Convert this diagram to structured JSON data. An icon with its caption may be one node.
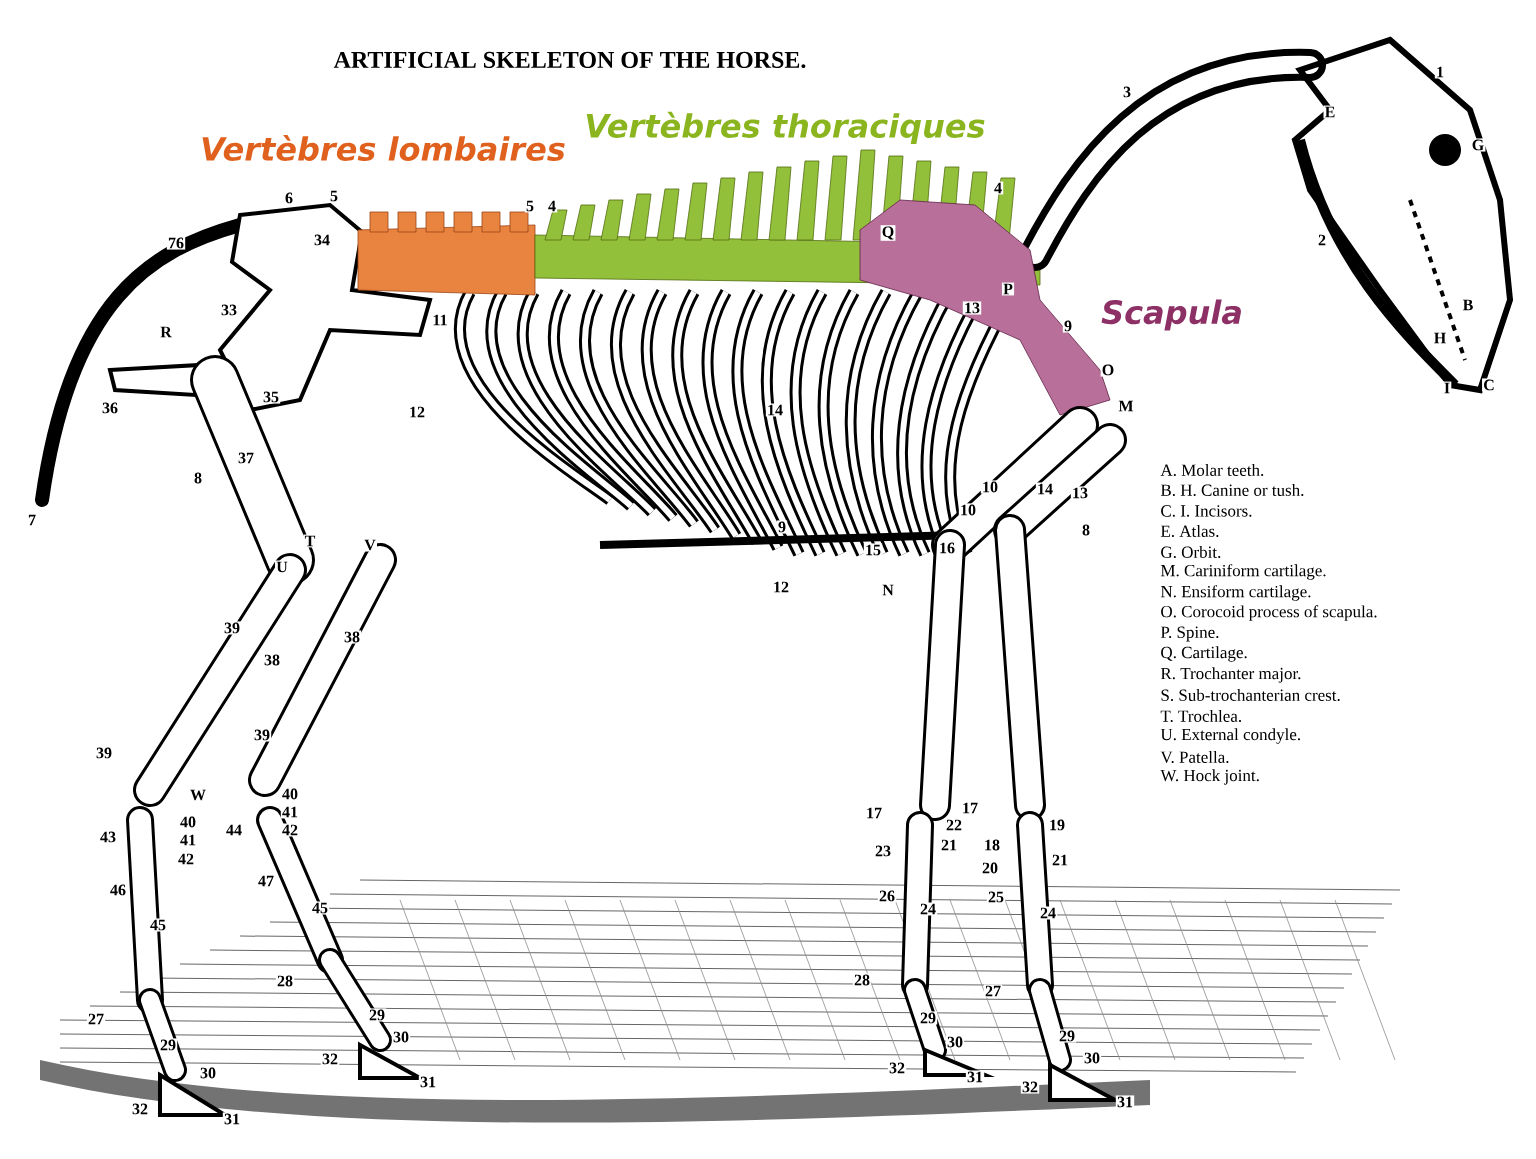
{
  "diagram": {
    "title": "ARTIFICIAL SKELETON OF THE HORSE.",
    "labels": [
      "Vertèbres lombaires",
      "Vertèbres thoraciques",
      "Scapula",
      "1",
      "3",
      "E",
      "G",
      "6",
      "5",
      "5",
      "4",
      "4",
      "76",
      "34",
      "Q",
      "2",
      "P",
      "B",
      "33",
      "13",
      "11",
      "9",
      "R",
      "H",
      "O",
      "I",
      "C",
      "36",
      "35",
      "12",
      "14",
      "M",
      "37",
      "8",
      "10",
      "14",
      "13",
      "10",
      "7",
      "9",
      "8",
      "T",
      "V",
      "15",
      "16",
      "U",
      "12",
      "N",
      "39",
      "38",
      "38",
      "39",
      "39",
      "W",
      "40",
      "17",
      "17",
      "40",
      "41",
      "22",
      "19",
      "43",
      "41",
      "44",
      "42",
      "21",
      "18",
      "42",
      "23",
      "20",
      "21",
      "46",
      "47",
      "26",
      "25",
      "45",
      "45",
      "24",
      "24",
      "28",
      "28",
      "27",
      "27",
      "29",
      "29",
      "29",
      "30",
      "30",
      "29",
      "30",
      "32",
      "31",
      "32",
      "31",
      "32",
      "30",
      "31",
      "32",
      "31",
      "A. Molar teeth.",
      "B. H. Canine or tush.",
      "C. I. Incisors.",
      "E. Atlas.",
      "G. Orbit.",
      "M. Cariniform cartilage.",
      "N. Ensiform cartilage.",
      "O. Corocoid process of scapula.",
      "P. Spine.",
      "Q. Cartilage.",
      "R. Trochanter major.",
      "S. Sub-trochanterian crest.",
      "T. Trochlea.",
      "U. External condyle.",
      "V. Patella.",
      "W. Hock joint."
    ]
  }
}
